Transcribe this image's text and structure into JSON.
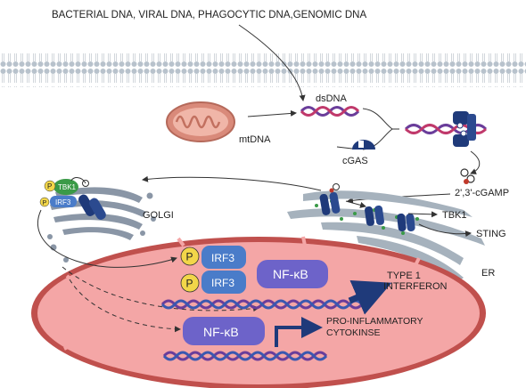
{
  "labels": {
    "dna_sources": "BACTERIAL DNA, VIRAL DNA, PHAGOCYTIC DNA,GENOMIC DNA",
    "dsdna": "dsDNA",
    "mtdna": "mtDNA",
    "cgas": "cGAS",
    "cgamp": "2',3'-cGAMP",
    "tbk1_label": "TBK1",
    "sting_label": "STING",
    "er_label": "ER",
    "golgi_label": "GOLGI",
    "tbk1_badge": "TBK1",
    "irf3_badge": "IRF3",
    "p_badge_1": "P",
    "p_badge_2": "P",
    "irf3_box_1": "IRF3",
    "irf3_box_2": "IRF3",
    "p_circle_1": "P",
    "p_circle_2": "P",
    "nfkb_1": "NF-κB",
    "nfkb_2": "NF-κB",
    "type1_line1": "TYPE 1",
    "type1_line2": "INTERFERON",
    "cytokine_line1": "PRO-INFLAMMATORY",
    "cytokine_line2": "CYTOKINSE"
  },
  "colors": {
    "membrane": "#a9b4bf",
    "nucleus_fill": "#f4a6a6",
    "nucleus_edge": "#c0504d",
    "mito": "#d98a7a",
    "dna_purple": "#6a3d9a",
    "dna_pink": "#c0396b",
    "protein_navy": "#1f3a7a",
    "irf3_blue": "#4a7cc9",
    "nfkb_purple": "#6d63c9",
    "p_yellow": "#f2d649",
    "tbk1_green": "#3a9a47",
    "er_gray": "#a6b2bd",
    "arrow_navy": "#1f3a7a"
  }
}
